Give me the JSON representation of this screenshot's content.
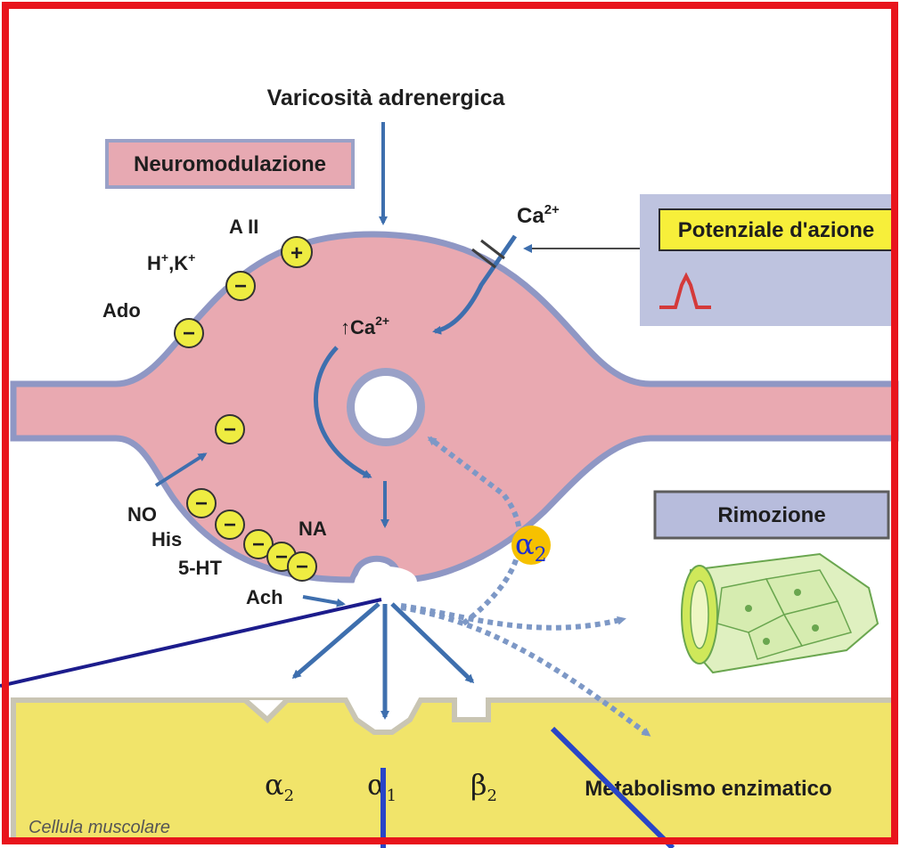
{
  "labels": {
    "varicosity": "Varicosità adrenergica",
    "neuromodulation": "Neuromodulazione",
    "action_potential": "Potenziale d'azione",
    "removal": "Rimozione",
    "ca_ext": "Ca",
    "ca_ext_sup": "2+",
    "ca_int": "↑Ca",
    "ca_int_sup": "2+",
    "a2_receptor_lbl": "A II",
    "hk_lbl": "H",
    "hk_plus1": "+",
    "hk_mid": ",K",
    "hk_plus2": "+",
    "ado_lbl": "Ado",
    "no_lbl": "NO",
    "his_lbl": "His",
    "ht_lbl": "5-HT",
    "ach_lbl": "Ach",
    "na_lbl": "NA",
    "alpha2_top": "α",
    "alpha2_top_sub": "2",
    "alpha2_bottom": "α",
    "alpha2_bottom_sub": "2",
    "alpha1_bottom": "α",
    "alpha1_bottom_sub": "1",
    "beta2_bottom": "β",
    "beta2_bottom_sub": "2",
    "metabolism": "Metabolismo enzimatico",
    "muscle_cell": "Cellula muscolare",
    "sign_plus": "+",
    "sign_minus": "−"
  },
  "colors": {
    "frame": "#e8141c",
    "neuron_fill": "#e9a9b1",
    "neuron_border": "#8f97c4",
    "box_fill": "#e7a9b2",
    "box_border": "#9aa1c7",
    "muscle_fill": "#f1e46a",
    "muscle_border": "#c9c5b3",
    "ap_panel": "#b7bcdc",
    "arrow_blue": "#3e6fae",
    "dot_blue": "#7d98c6",
    "yellow_label_bg": "#f7ef3a",
    "circle_yellow": "#eeec41",
    "line_navy": "#1c1c8c",
    "line_blue": "#2945c7",
    "alpha_highlight": "#f6c100",
    "alpha_text": "#1c2fd0"
  }
}
